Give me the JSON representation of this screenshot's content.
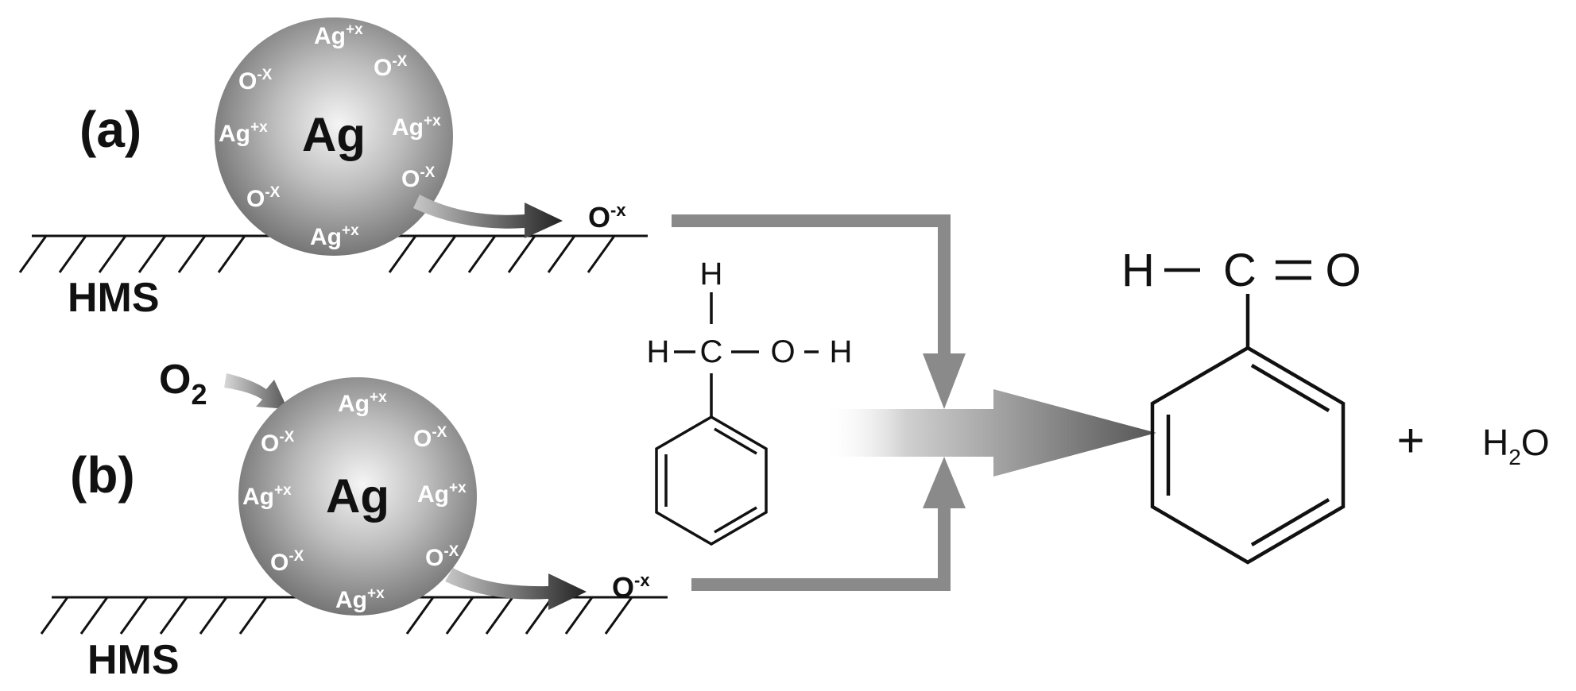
{
  "labels": {
    "panel_a": "(a)",
    "panel_b": "(b)",
    "support_a": "HMS",
    "support_b": "HMS",
    "particle_a": "Ag",
    "particle_b": "Ag",
    "oxygen_gas": "O",
    "oxygen_gas_sub": "2",
    "oxygen_out_a": "O",
    "oxygen_out_a_sup": "-x",
    "oxygen_out_b": "O",
    "oxygen_out_b_sup": "-x"
  },
  "surface_ions": {
    "ag_ion_base": "Ag",
    "ag_ion_sup": "+x",
    "o_ion_base": "O",
    "o_ion_sup": "-X"
  },
  "reactant": {
    "h_top": "H",
    "h_left": "H",
    "c": "C",
    "o": "O",
    "h_right": "H"
  },
  "product": {
    "h": "H",
    "c": "C",
    "o": "O",
    "plus": "+",
    "water_h": "H",
    "water_sub": "2",
    "water_o": "O"
  },
  "colors": {
    "particle_light": "#f2f2f2",
    "particle_dark": "#6b6b6b",
    "flow_arrow": "#8a8a8a",
    "transfer_arrow_dark": "#2a2a2a"
  }
}
